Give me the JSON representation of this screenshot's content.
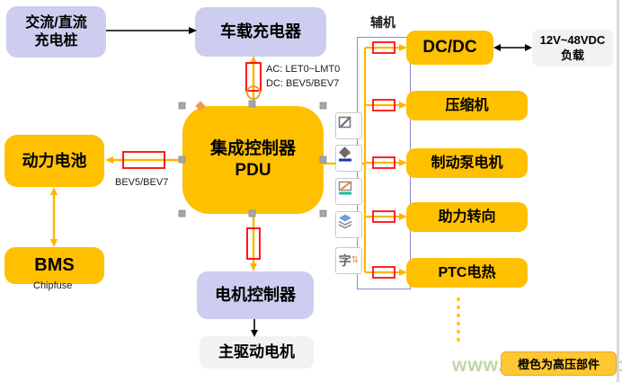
{
  "nodes": {
    "charging_pile": {
      "label": "交流/直流\n充电桩"
    },
    "onboard_charger": {
      "label": "车载充电器"
    },
    "pdu": {
      "label": "集成控制器\nPDU"
    },
    "battery": {
      "label": "动力电池"
    },
    "bms": {
      "label": "BMS"
    },
    "motor_controller": {
      "label": "电机控制器"
    },
    "drive_motor": {
      "label": "主驱动电机"
    },
    "dcdc": {
      "label": "DC/DC"
    },
    "load": {
      "label": "12V~48VDC\n负载"
    }
  },
  "aux_boxes": [
    {
      "label": "压缩机"
    },
    {
      "label": "制动泵电机"
    },
    {
      "label": "助力转向"
    },
    {
      "label": "PTC电热"
    }
  ],
  "labels": {
    "aux_group": "辅机",
    "ac_spec": "AC: LET0~LMT0",
    "dc_spec": "DC: BEV5/BEV7",
    "battery_fuse_spec": "BEV5/BEV7",
    "chipfuse": "Chipfuse",
    "legend": "橙色为高压部件"
  },
  "watermark": {
    "text": "www.cntronics.com"
  },
  "toolbar": {
    "text_icon_char": "字",
    "items": [
      "shape-style",
      "fill-color",
      "outline-color",
      "arrange-layers",
      "text-settings"
    ]
  },
  "colors": {
    "high_voltage_orange": "#ffc000",
    "low_voltage_purple": "#cdcdf0",
    "neutral_gray": "#f2f2f2",
    "fuse_red": "#ff0000",
    "container_border": "#8a8ad0",
    "selection_handle": "#a6a6a6",
    "watermark_green": "#b5cf9a"
  }
}
